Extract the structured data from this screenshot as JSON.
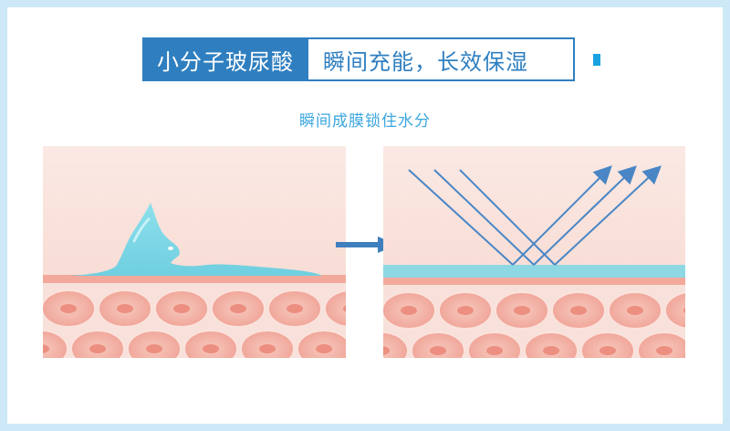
{
  "header": {
    "badge_text": "小分子玻尿酸",
    "tagline": "瞬间充能，长效保湿"
  },
  "subtitle": "瞬间成膜锁住水分",
  "colors": {
    "brand_blue": "#2f7fc0",
    "subtitle_blue": "#3aa6df",
    "skin_pink": "#f6c7bc",
    "cell_fill": "#f3b6aa",
    "gel_cyan": "#7fd7e6",
    "film_cyan": "#8ed8e4",
    "ray_blue": "#4a86c5",
    "page_border": "#cde8f7"
  },
  "icons": {
    "flow_arrow": "right-arrow-icon",
    "rays": "reflected-arrow-icon"
  }
}
